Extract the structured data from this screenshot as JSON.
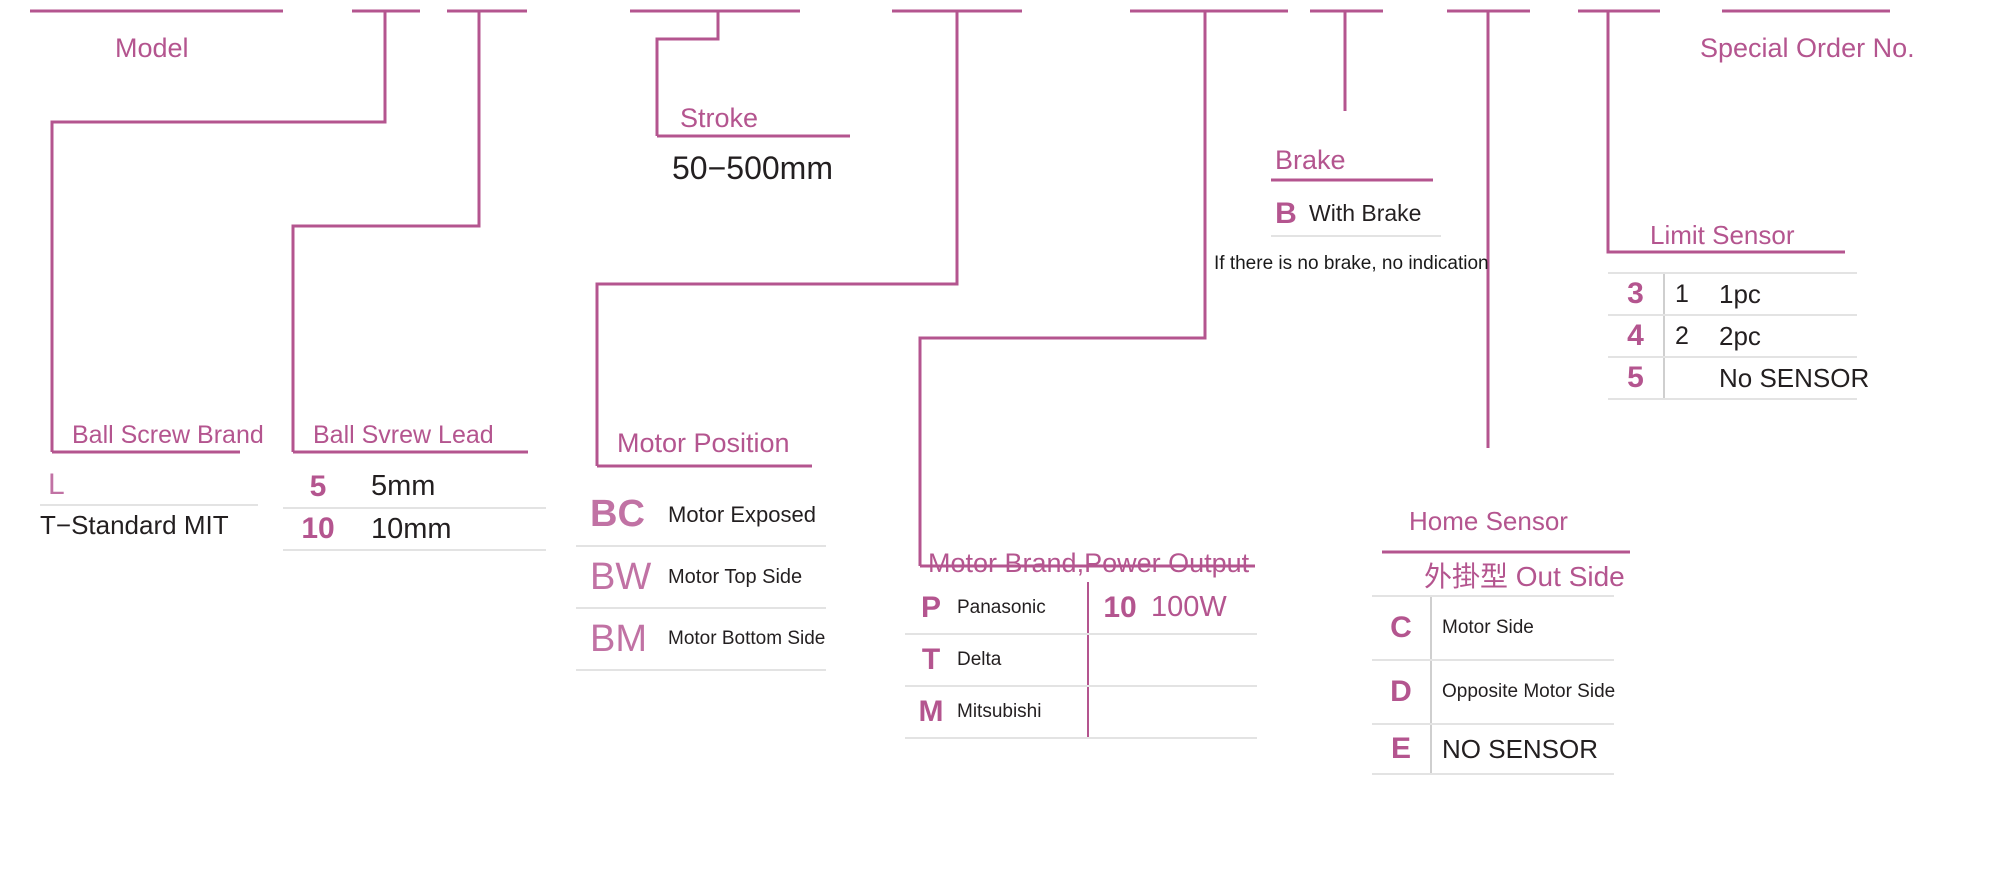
{
  "diagram": {
    "title": "Model code configurator",
    "accent_color": "#b4558f",
    "text_color": "#231f20",
    "rule_color": "#e3e3e3"
  },
  "model": {
    "header": "Model"
  },
  "ball_screw_brand": {
    "header": "Ball Screw Brand",
    "code": "L",
    "note": "T−Standard MIT"
  },
  "ball_screw_lead": {
    "header": "Ball Svrew Lead",
    "rows": [
      {
        "code": "5",
        "desc": "5mm"
      },
      {
        "code": "10",
        "desc": "10mm"
      }
    ]
  },
  "stroke": {
    "header": "Stroke",
    "value": "50−500mm"
  },
  "motor_position": {
    "header": "Motor Position",
    "rows": [
      {
        "code": "BC",
        "desc": "Motor Exposed",
        "bold": true
      },
      {
        "code": "BW",
        "desc": "Motor Top Side",
        "bold": false
      },
      {
        "code": "BM",
        "desc": "Motor Bottom Side",
        "bold": false
      }
    ]
  },
  "motor_brand": {
    "header": "Motor Brand,Power Output",
    "rows": [
      {
        "code": "P",
        "desc": "Panasonic",
        "power_code": "10",
        "power_desc": "100W"
      },
      {
        "code": "T",
        "desc": "Delta",
        "power_code": "",
        "power_desc": ""
      },
      {
        "code": "M",
        "desc": "Mitsubishi",
        "power_code": "",
        "power_desc": ""
      }
    ]
  },
  "brake": {
    "header": "Brake",
    "code": "B",
    "desc": "With Brake",
    "note": "If there is no brake, no indication"
  },
  "home_sensor": {
    "header": "Home Sensor",
    "subheader": "外掛型 Out Side",
    "rows": [
      {
        "code": "C",
        "desc": "Motor Side"
      },
      {
        "code": "D",
        "desc": "Opposite Motor Side"
      },
      {
        "code": "E",
        "desc": "NO SENSOR"
      }
    ]
  },
  "limit_sensor": {
    "header": "Limit Sensor",
    "rows": [
      {
        "code": "3",
        "qty": "1",
        "desc": "1pc"
      },
      {
        "code": "4",
        "qty": "2",
        "desc": "2pc"
      },
      {
        "code": "5",
        "qty": "",
        "desc": "No SENSOR"
      }
    ]
  },
  "special_order": {
    "header": "Special Order No."
  }
}
